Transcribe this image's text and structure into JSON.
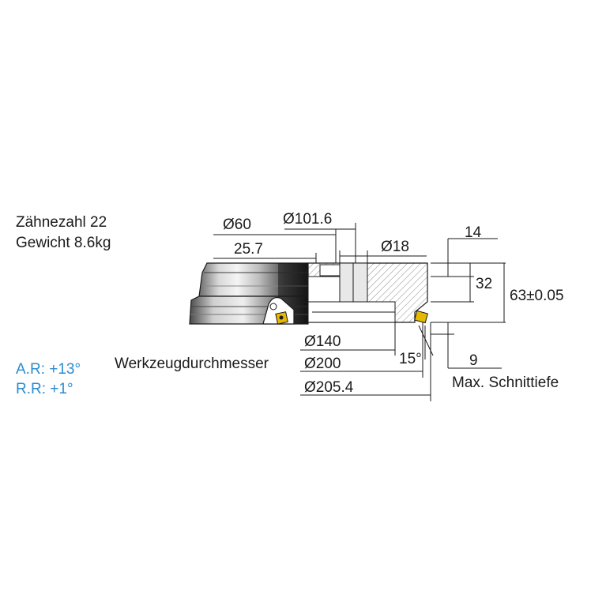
{
  "specs": {
    "teeth": "Zähnezahl 22",
    "weight": "Gewicht 8.6kg"
  },
  "angles": {
    "axial_rake": "A.R: +13°",
    "radial_rake": "R.R: +1°"
  },
  "dimensions": {
    "d60": "Ø60",
    "d101_6": "Ø101.6",
    "d25_7": "25.7",
    "d18": "Ø18",
    "h14": "14",
    "h32": "32",
    "h63": "63±0.05",
    "d140": "Ø140",
    "d200": "Ø200",
    "d205_4": "Ø205.4",
    "angle15": "15°",
    "depth9": "9"
  },
  "captions": {
    "tool_diameter": "Werkzeugdurchmesser",
    "max_depth": "Max. Schnittiefe"
  },
  "colors": {
    "label_blue": "#2b8ccf",
    "insert_yellow": "#e6b800",
    "body_dark": "#1a1a1a",
    "hatch_gray": "#d8d8d8"
  }
}
